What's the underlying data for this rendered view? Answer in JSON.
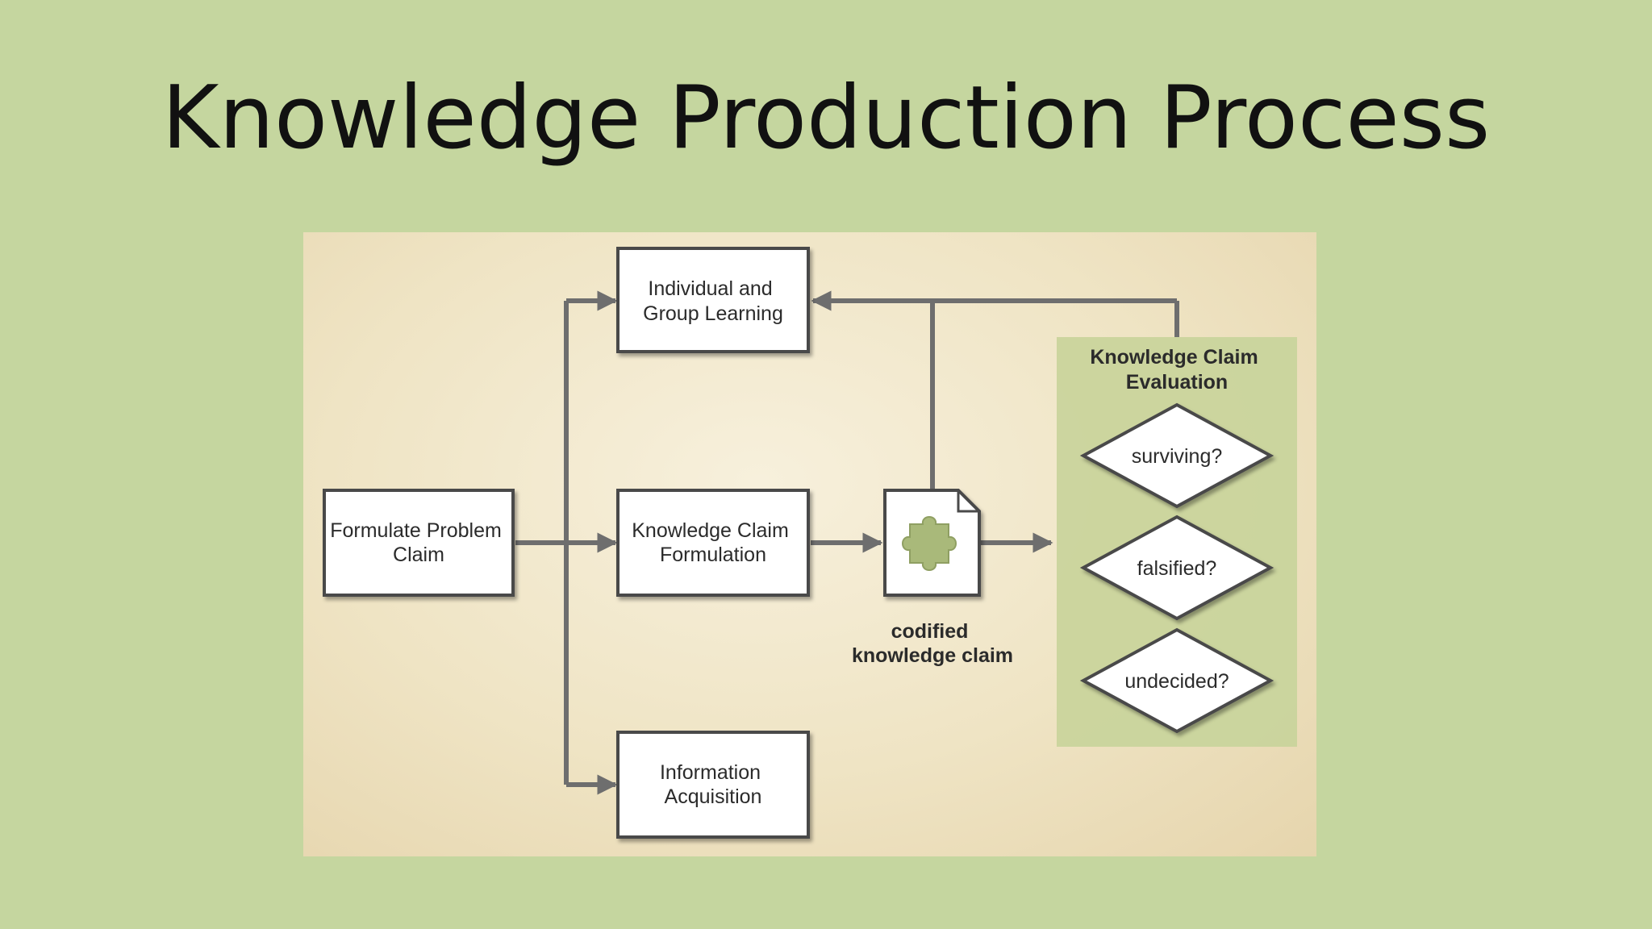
{
  "slide": {
    "title": "Knowledge Production Process"
  },
  "diagram": {
    "boxes": {
      "formulate_problem": [
        "Formulate Problem",
        "Claim"
      ],
      "learning": [
        "Individual and",
        "Group Learning"
      ],
      "formulation": [
        "Knowledge Claim",
        "Formulation"
      ],
      "acquisition": [
        "Information",
        "Acquisition"
      ]
    },
    "codified_claim": [
      "codified",
      "knowledge claim"
    ],
    "evaluation": {
      "title": [
        "Knowledge Claim",
        "Evaluation"
      ],
      "decisions": {
        "surviving": "surviving?",
        "falsified": "falsified?",
        "undecided": "undecided?"
      }
    },
    "colors": {
      "slide_bg": "#c5d69f",
      "panel_bg": "#efe4c4",
      "evaluation_bg": "#c9d49c",
      "arrow": "#6e6e6e",
      "puzzle": "#a9b97a"
    },
    "icons": {
      "document": "document-icon",
      "puzzle": "puzzle-piece-icon"
    }
  }
}
